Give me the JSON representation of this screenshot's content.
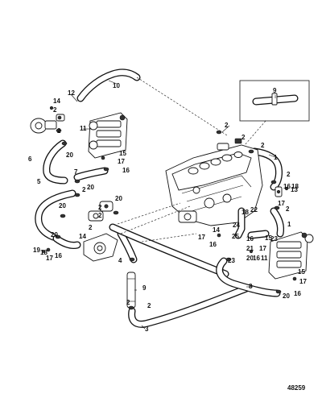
{
  "figure_number": "48259",
  "callouts": {
    "c1a": "1",
    "c1b": "1",
    "c2a": "2",
    "c2b": "2",
    "c2c": "2",
    "c2d": "2",
    "c2e": "2",
    "c2f": "2",
    "c2g": "2",
    "c2h": "2",
    "c2i": "2",
    "c2j": "2",
    "c2k": "2",
    "c3": "3",
    "c4": "4",
    "c5": "5",
    "c6": "6",
    "c7": "7",
    "c8": "8",
    "c9a": "9",
    "c9b": "9",
    "c10": "10",
    "c11a": "11",
    "c11b": "11",
    "c12": "12",
    "c13": "13",
    "c14a": "14",
    "c14b": "14",
    "c14c": "14",
    "c15a": "15",
    "c15b": "15",
    "c16a": "16",
    "c16b": "16",
    "c16c": "16",
    "c16d": "16",
    "c16e": "16",
    "c16f": "16",
    "c17a": "17",
    "c17b": "17",
    "c17c": "17",
    "c17d": "17",
    "c17e": "17",
    "c17f": "17",
    "c18a": "18",
    "c18b": "18",
    "c19": "19",
    "c20a": "20",
    "c20b": "20",
    "c20c": "20",
    "c20d": "20",
    "c20e": "20",
    "c20f": "20",
    "c21": "21",
    "c22": "22",
    "c23a": "23",
    "c23b": "23",
    "c24": "24",
    "c25": "25"
  }
}
